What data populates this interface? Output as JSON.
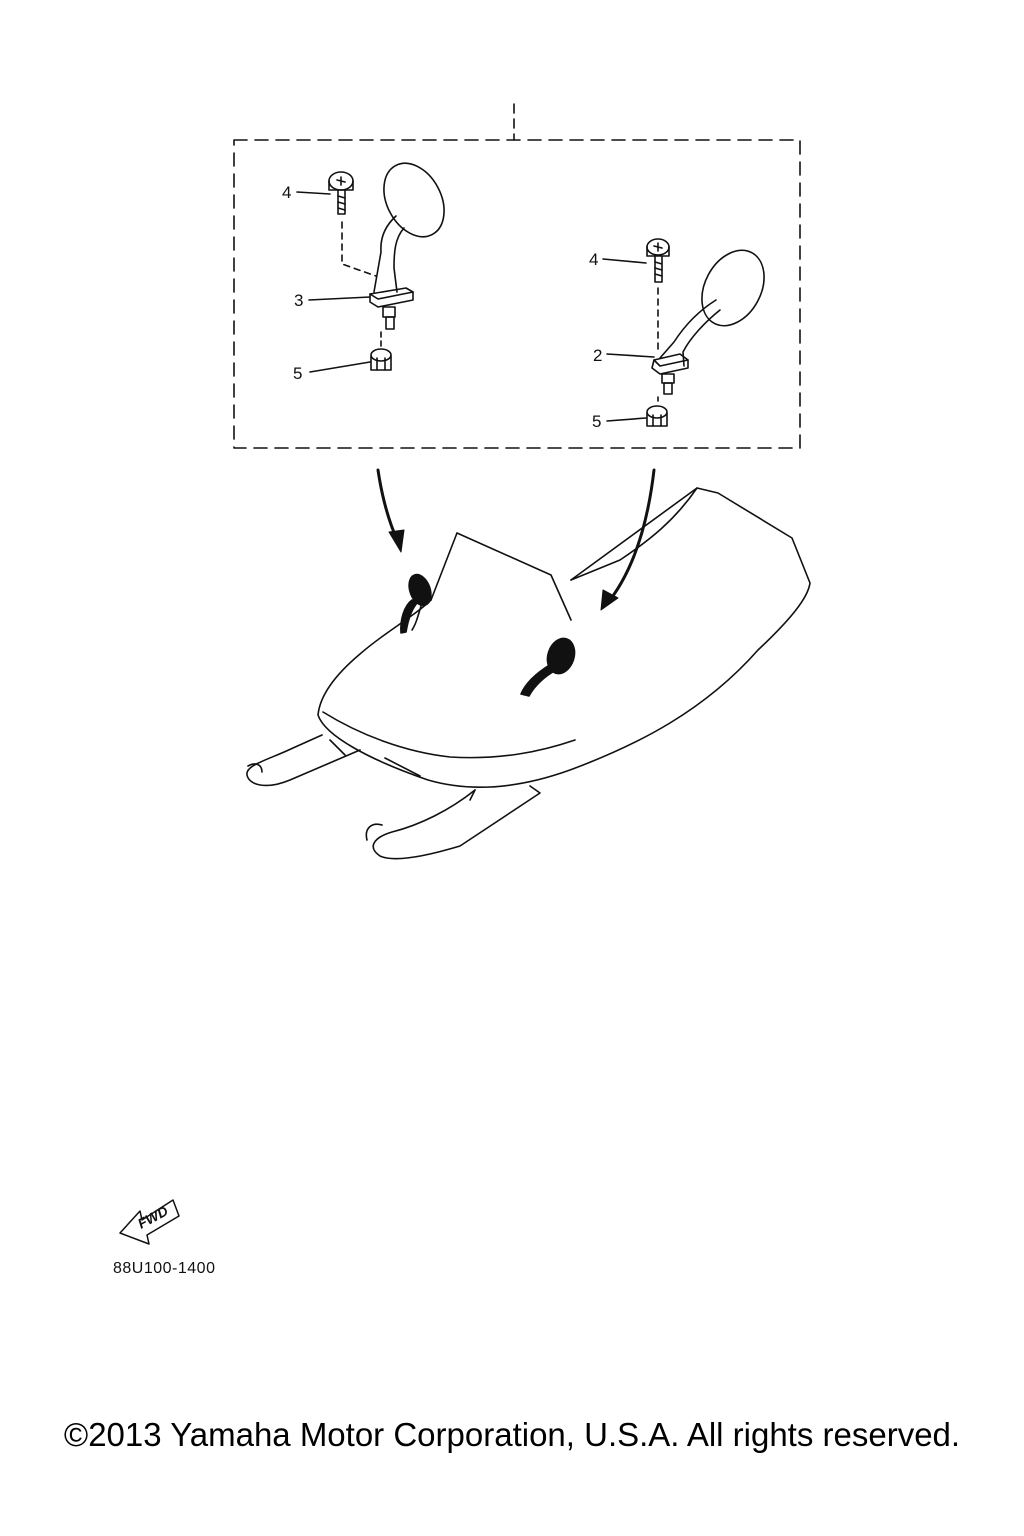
{
  "callouts": {
    "left_bolt": "4",
    "left_mirror": "3",
    "left_nut": "5",
    "right_bolt": "4",
    "right_mirror": "2",
    "right_nut": "5"
  },
  "direction_badge": "FWD",
  "diagram_code": "88U100-1400",
  "copyright": "©2013 Yamaha Motor Corporation, U.S.A. All rights reserved.",
  "colors": {
    "line": "#111111",
    "background": "#ffffff"
  }
}
